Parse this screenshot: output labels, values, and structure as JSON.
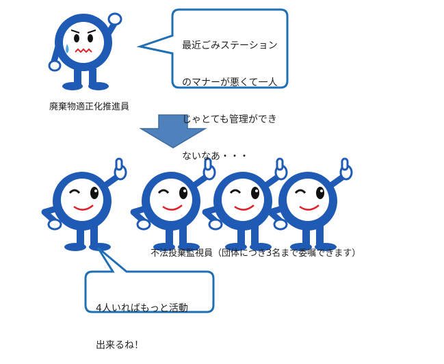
{
  "top_character": {
    "label": "廃棄物適正化推進員",
    "speech": [
      "最近ごみステーション",
      "のマナーが悪くて一人",
      "じゃとても管理ができ",
      "ないなあ・・・"
    ]
  },
  "arrow": {
    "icon": "down-arrow-icon",
    "color": "#4f81bd"
  },
  "bottom_characters": {
    "count": 4,
    "label": "不法投棄監視員（団体につき3名まで委嘱できます）",
    "speech": [
      "4人いればもっと活動",
      "出来るね！"
    ]
  },
  "colors": {
    "character_blue": "#1f5bb5",
    "bubble_border": "#1f6fb5",
    "smile": "#e0202a"
  }
}
